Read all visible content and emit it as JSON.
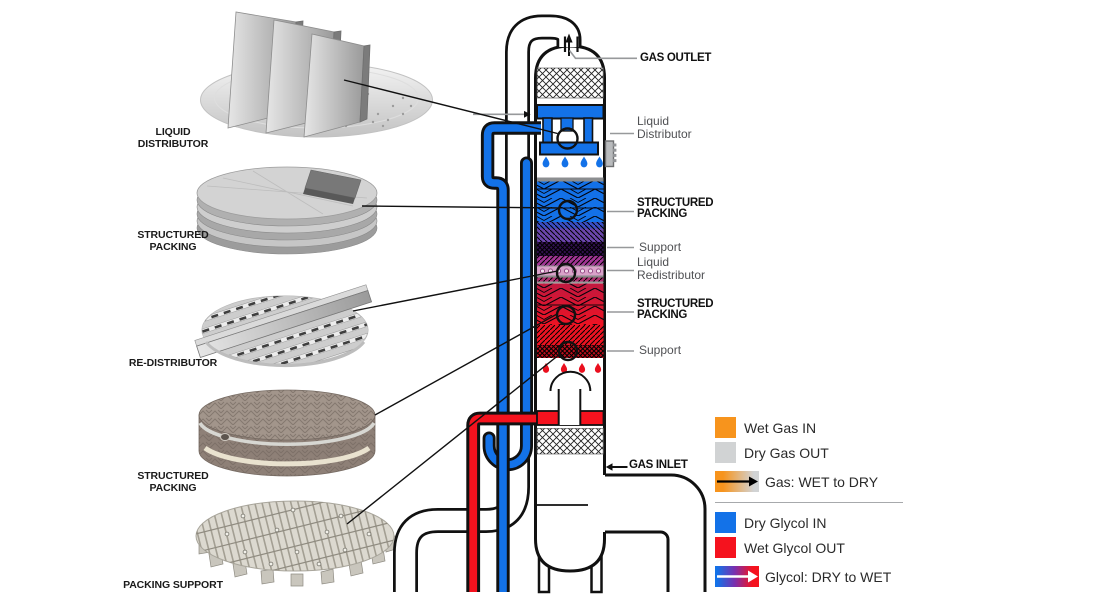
{
  "diagram_type": "glycol gas dehydration contactor column internals",
  "component_photos": [
    {
      "id": "liquid-distributor",
      "label": "LIQUID\nDISTRIBUTOR"
    },
    {
      "id": "structured-packing-upper",
      "label": "STRUCTURED\nPACKING"
    },
    {
      "id": "re-distributor",
      "label": "RE-DISTRIBUTOR"
    },
    {
      "id": "structured-packing-lower",
      "label": "STRUCTURED\nPACKING"
    },
    {
      "id": "packing-support",
      "label": "PACKING SUPPORT"
    }
  ],
  "column": {
    "gas_outlet_label": "GAS OUTLET",
    "liquid_distributor_label": "Liquid\nDistributor",
    "structured_packing_upper_label": "STRUCTURED\nPACKING",
    "support_upper_label": "Support",
    "liquid_redistributor_label": "Liquid\nRedistributor",
    "structured_packing_lower_label": "STRUCTURED\nPACKING",
    "support_lower_label": "Support",
    "gas_inlet_label": "GAS INLET"
  },
  "legend": {
    "gas_items": [
      {
        "label": "Wet Gas IN",
        "swatch": "solid",
        "color": "#F7941D"
      },
      {
        "label": "Dry Gas OUT",
        "swatch": "solid",
        "color": "#D1D3D4"
      },
      {
        "label": "Gas: WET to DRY",
        "swatch": "gradient-arrow",
        "from": "#F7941D",
        "to": "#D1D3D4",
        "arrow_color": "#000000"
      }
    ],
    "glycol_items": [
      {
        "label": "Dry Glycol IN",
        "swatch": "solid",
        "color": "#1372E8"
      },
      {
        "label": "Wet Glycol OUT",
        "swatch": "solid",
        "color": "#F5121E"
      },
      {
        "label": "Glycol: DRY to WET",
        "swatch": "gradient-arrow",
        "from": "#1372E8",
        "to": "#F5121E",
        "arrow_color": "#FFFFFF"
      }
    ]
  },
  "colors": {
    "wet_gas_orange": "#F7941D",
    "dry_gas_gray": "#D1D3D4",
    "dry_glycol_blue": "#1372E8",
    "wet_glycol_red": "#F5121E"
  }
}
